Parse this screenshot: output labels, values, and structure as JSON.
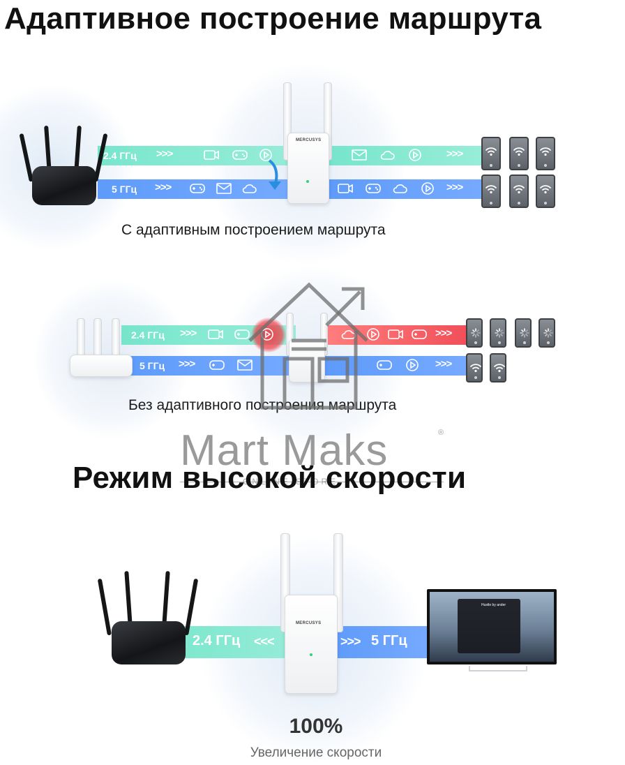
{
  "headings": {
    "adaptive_title": "Адаптивное построение маршрута",
    "speed_title": "Режим высокой скорости"
  },
  "scene_with": {
    "caption": "С адаптивным построением маршрута",
    "band_24": "2.4 ГГц",
    "band_5": "5 ГГц",
    "extender_brand": "MERCUSYS"
  },
  "scene_without": {
    "caption": "Без адаптивного построения маршрута",
    "band_24": "2.4 ГГц",
    "band_5": "5 ГГц"
  },
  "scene_speed": {
    "band_24": "2.4 ГГц",
    "band_5": "5 ГГц",
    "extender_brand": "MERCUSYS",
    "tv_screen_title": "Hustle by ander",
    "stat_value": "100%",
    "stat_caption": "Увеличение скорости"
  },
  "watermark": {
    "brand": "Mart Maks",
    "registered": "®",
    "sub": "ONLINE STORE"
  },
  "icons": [
    "video-icon",
    "gamepad-icon",
    "play-icon",
    "mail-icon",
    "cloud-icon",
    "wifi-icon",
    "router-icon",
    "extender-icon",
    "house-icon",
    "tv-icon"
  ],
  "colors": {
    "band_24": "#6fe3c6",
    "band_5": "#5a97fa",
    "congested": "#f0505a",
    "watermark": "#7a7a7a"
  }
}
